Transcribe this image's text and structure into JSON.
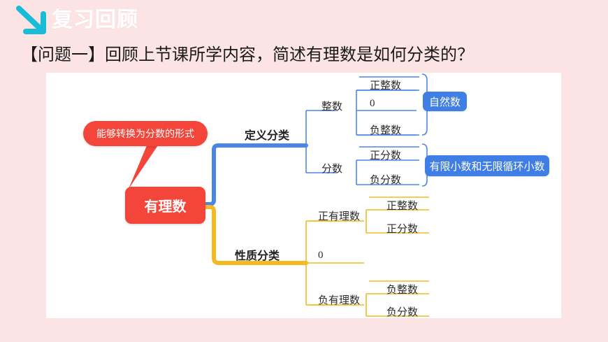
{
  "header": {
    "title": "复习回顾",
    "icon": "arrow-down-right-icon",
    "icon_color": "#18bcd6",
    "background": "#fce4e4",
    "title_color": "#ffffff"
  },
  "question": {
    "text": "【问题一】回顾上节课所学内容，简述有理数是如何分类的？"
  },
  "mindmap": {
    "root": "有理数",
    "root_color": "#f4453a",
    "callout": "能够转换为分数的形式",
    "branches": [
      {
        "label": "定义分类",
        "color": "#4a86e8",
        "children": [
          {
            "label": "整数",
            "leaves": [
              "正整数",
              "0",
              "负整数"
            ],
            "badge": "自然数"
          },
          {
            "label": "分数",
            "leaves": [
              "正分数",
              "负分数"
            ],
            "badge": "有限小数和无限循环小数"
          }
        ]
      },
      {
        "label": "性质分类",
        "color": "#f5b921",
        "children": [
          {
            "label": "正有理数",
            "leaves": [
              "正整数",
              "正分数"
            ]
          },
          {
            "label": "0",
            "leaves": []
          },
          {
            "label": "负有理数",
            "leaves": [
              "负整数",
              "负分数"
            ]
          }
        ]
      }
    ]
  },
  "labels": {
    "define_branch": "定义分类",
    "nature_branch": "性质分类",
    "integer": "整数",
    "fraction": "分数",
    "pos_integer_1": "正整数",
    "zero_1": "0",
    "neg_integer_1": "负整数",
    "pos_fraction_1": "正分数",
    "neg_fraction_1": "负分数",
    "natural_number": "自然数",
    "decimal_note": "有限小数和无限循环小数",
    "pos_rational": "正有理数",
    "zero_2": "0",
    "neg_rational": "负有理数",
    "pos_integer_2": "正整数",
    "pos_fraction_2": "正分数",
    "neg_integer_2": "负整数",
    "neg_fraction_2": "负分数"
  }
}
